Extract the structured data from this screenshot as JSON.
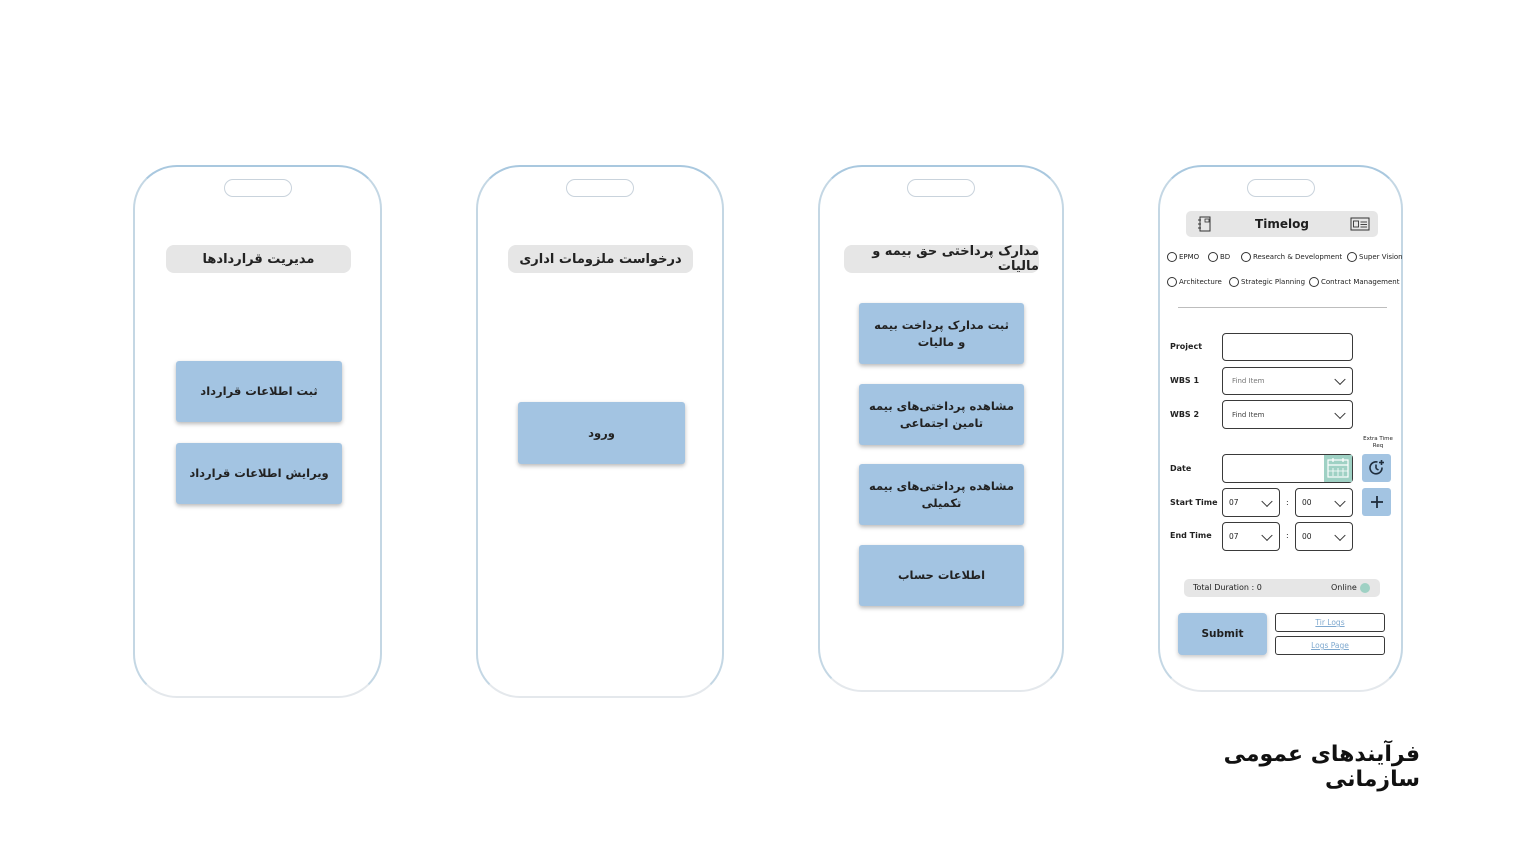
{
  "phone1": {
    "title": "مدیریت قراردادها",
    "buttons": [
      "ثبت اطلاعات قرارداد",
      "ویرایش اطلاعات قرارداد"
    ]
  },
  "phone2": {
    "title": "درخواست ملزومات اداری",
    "buttons": [
      "ورود"
    ]
  },
  "phone3": {
    "title": "مدارک پرداختی حق بیمه و مالیات",
    "buttons": [
      "ثبت مدارک پرداخت بیمه و مالیات",
      "مشاهده پرداختی‌های بیمه تامین اجتماعی",
      "مشاهده پرداختی‌های بیمه تکمیلی",
      "اطلاعات حساب"
    ]
  },
  "timelog": {
    "title": "Timelog",
    "left_icon": "notebook-icon",
    "right_icon": "id-card-icon",
    "departments_row1": [
      "EPMO",
      "BD",
      "Research & Development",
      "Super Vision"
    ],
    "departments_row2": [
      "Architecture",
      "Strategic Planning",
      "Contract Management"
    ],
    "project_label": "Project",
    "project_value": "",
    "wbs1_label": "WBS 1",
    "wbs1_placeholder": "Find Item",
    "wbs2_label": "WBS 2",
    "wbs2_placeholder": "Find Item",
    "extra_time_label": "Extra Time Req",
    "date_label": "Date",
    "date_value": "",
    "start_time_label": "Start Time",
    "start_hour": "07",
    "start_minute": "00",
    "end_time_label": "End Time",
    "end_hour": "07",
    "end_minute": "00",
    "time_separator": ":",
    "total_duration": "Total Duration : 0",
    "online_label": "Online",
    "online_color": "#9fd1c4",
    "submit_label": "Submit",
    "link1": "Tir Logs",
    "link2": "Logs Page",
    "accent_color": "#a3c4e2"
  },
  "caption": "فرآیندهای عمومی سازمانی"
}
